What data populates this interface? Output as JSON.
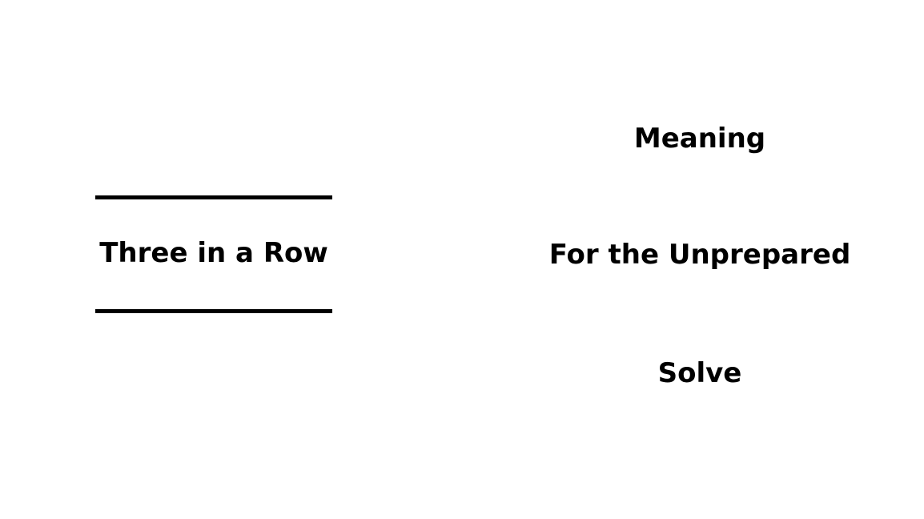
{
  "clue": {
    "text": "Three in a Row"
  },
  "options": [
    {
      "label": "Meaning"
    },
    {
      "label": "For the Unprepared"
    },
    {
      "label": "Solve"
    }
  ],
  "colors": {
    "background": "#ffffff",
    "text": "#000000",
    "rule": "#000000"
  }
}
